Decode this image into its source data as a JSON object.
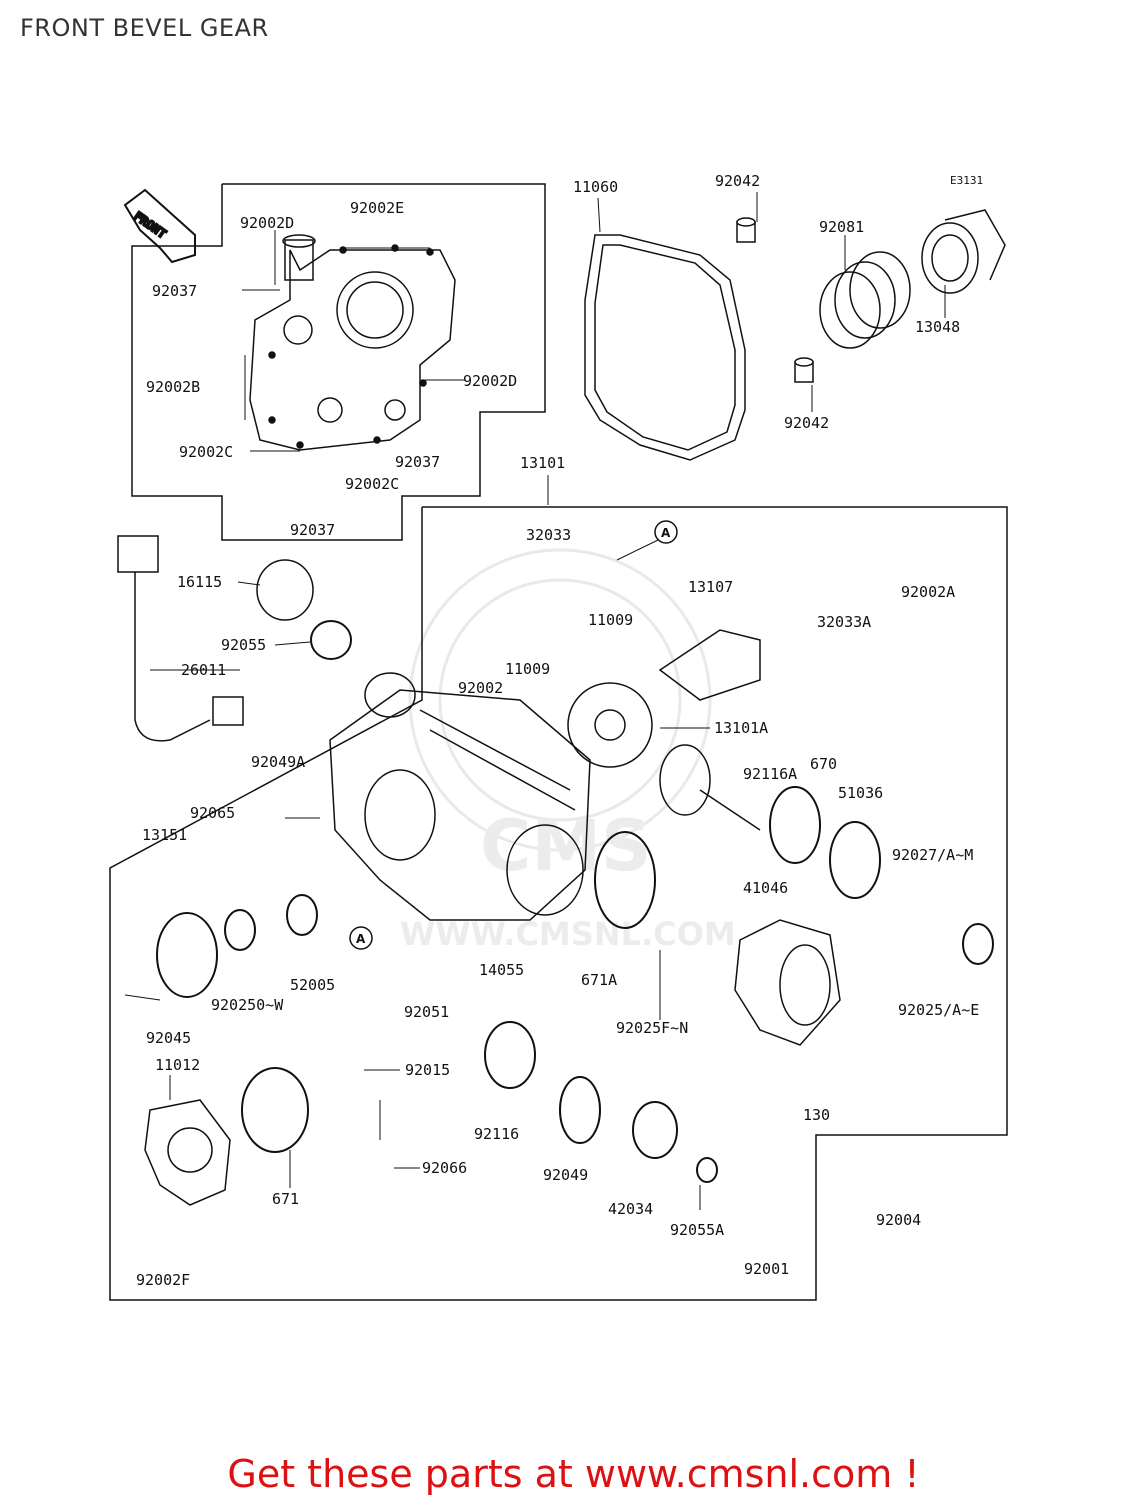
{
  "page": {
    "title": "FRONT BEVEL GEAR"
  },
  "diagram": {
    "code": "E3131",
    "front_label": "FRONT",
    "ref_mark": "A",
    "parts": {
      "p92002D": "92002D",
      "p92002E": "92002E",
      "p92037a": "92037",
      "p92002B": "92002B",
      "p92002Dr": "92002D",
      "p92002Ca": "92002C",
      "p92037b": "92037",
      "p92002Cb": "92002C",
      "p92037c": "92037",
      "p11060": "11060",
      "p92042a": "92042",
      "p92081": "92081",
      "p13048": "13048",
      "p92042b": "92042",
      "p13101": "13101",
      "p32033": "32033",
      "p16115": "16115",
      "p92055": "92055",
      "p26011": "26011",
      "p11009a": "11009",
      "p11009b": "11009",
      "p92002": "92002",
      "p13107": "13107",
      "p32033A": "32033A",
      "p92002A": "92002A",
      "p13101A": "13101A",
      "p670": "670",
      "p92049A": "92049A",
      "p92065": "92065",
      "p13151": "13151",
      "p92116A": "92116A",
      "p51036": "51036",
      "p92027": "92027/A~M",
      "p41046": "41046",
      "p52005": "52005",
      "p920250": "920250~W",
      "p14055": "14055",
      "p671A": "671A",
      "p92045": "92045",
      "p92051": "92051",
      "p92025F": "92025F~N",
      "p92025A": "92025/A~E",
      "p11012": "11012",
      "p92015": "92015",
      "p130": "130",
      "p92116": "92116",
      "p92049": "92049",
      "p42034": "42034",
      "p92055A": "92055A",
      "p671": "671",
      "p92066": "92066",
      "p92001": "92001",
      "p92004": "92004",
      "p92002F": "92002F"
    }
  },
  "footer": {
    "text": "Get these parts at www.cmsnl.com !"
  },
  "watermark": {
    "text": "WWW.CMSNL.COM",
    "brand": "CMS"
  }
}
